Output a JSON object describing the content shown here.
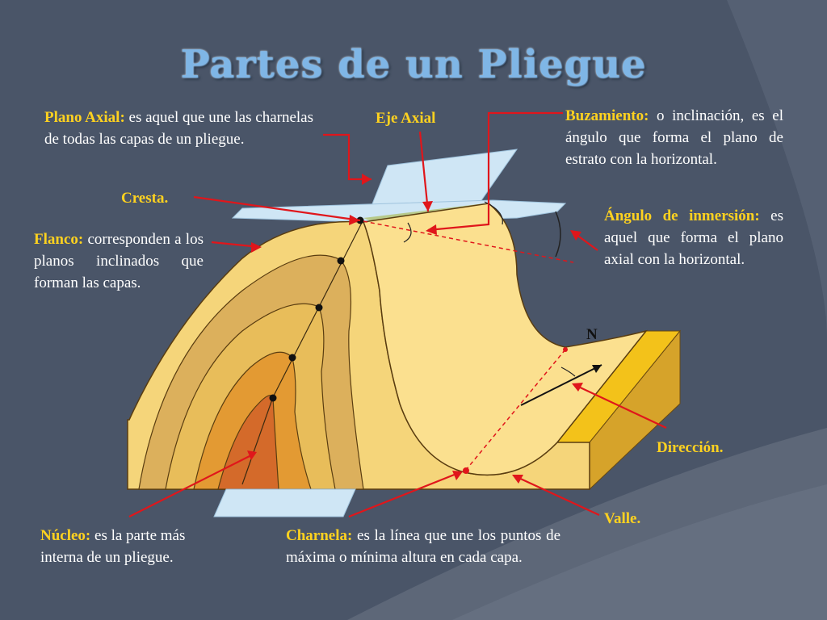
{
  "slide": {
    "title": "Partes de un Pliegue"
  },
  "labels": {
    "plano_axial": {
      "term": "Plano Axial:",
      "desc": " es aquel que une las charnelas de todas las capas de un pliegue."
    },
    "eje_axial": "Eje Axial",
    "buzamiento": {
      "term": "Buzamiento:",
      "desc": " o inclinación, es el ángulo que forma el plano de estrato con la horizontal."
    },
    "cresta": "Cresta.",
    "angulo_inmersion": {
      "term": "Ángulo de inmersión:",
      "desc": " es aquel que forma el plano axial con la horizontal."
    },
    "flanco": {
      "term": "Flanco:",
      "desc": " corresponden a los planos inclinados que forman las capas."
    },
    "north": "N",
    "direccion": "Dirección.",
    "valle": "Valle.",
    "nucleo": {
      "term": "Núcleo:",
      "desc": " es la parte más interna de un pliegue."
    },
    "charnela": {
      "term": "Charnela:",
      "desc": " es la línea que une los puntos de máxima o mínima altura en cada capa."
    }
  },
  "colors": {
    "background": "#4a5568",
    "term": "#ffd21f",
    "arrow": "#e0161b",
    "title": "#7fb6e6"
  }
}
